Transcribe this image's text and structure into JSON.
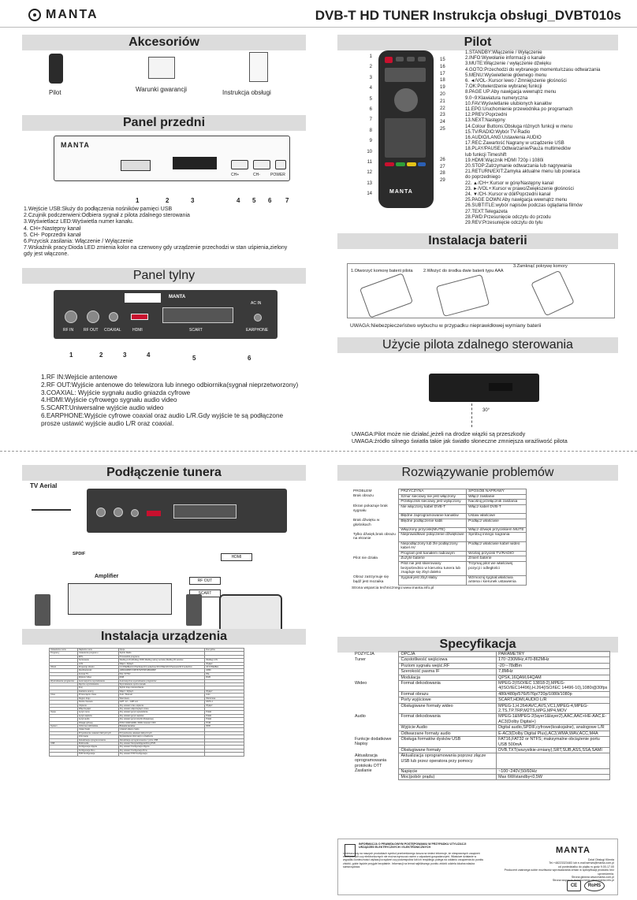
{
  "header": {
    "brand": "MANTA",
    "title": "DVB-T HD TUNER Instrukcja obsługi_DVBT010s"
  },
  "akcesoria": {
    "title": "Akcesoriów",
    "items": [
      "Pilot",
      "Warunki gwarancji",
      "Instrukcja obsługi"
    ]
  },
  "panel_przedni": {
    "title": "Panel przedni",
    "device_brand": "MANTA",
    "labels": [
      "CH+",
      "CH-",
      "POWER"
    ],
    "callouts": [
      "1",
      "2",
      "3",
      "4",
      "5",
      "6",
      "7"
    ],
    "lines": [
      "1.Wejście USB:Służy do podłączenia nośników pamięci USB",
      "2.Czujnik podczerwieni:Odbiera sygnał z pilota zdalnego sterowania",
      "3.Wyświetlacz LED:Wyświetla numer kanału.",
      "4. CH+:Następny kanał",
      "5. CH- Poprzedni kanał",
      "6.Przycisk zasilania: Włączenie / Wyłączenie",
      "7.Wskaźnik pracy:Dioda LED zmienia kolor na czerwony gdy urządzenie przechodzi w stan uśpienia,zielony",
      "gdy jest włączone."
    ]
  },
  "panel_tylny": {
    "title": "Panel tylny",
    "device_brand": "MANTA",
    "port_labels": [
      "RF IN",
      "RF OUT",
      "COAXIAL",
      "HDMI",
      "SCART",
      "AC IN",
      "EARPHONE"
    ],
    "callouts": [
      "1",
      "2",
      "3",
      "4",
      "5",
      "6"
    ],
    "lines": [
      "1.RF IN:Wejście antenowe",
      "2.RF OUT:Wyjście antenowe do telewizora lub innego odbiornika(sygnał nieprzetworzony)",
      "3.COAXIAL: Wyjście sygnału audio gniazda cyfrowe",
      "4.HDMI:Wyjście cyfrowego sygnału audio video",
      "5.SCART:Uniwersalne wyjście audio wideo",
      "6.EARPHONE:Wyjście cyfrowe coaxial oraz audio L/R.Gdy wyjście te są podłączone",
      "prosze ustawić wyjście audio L/R oraz coaxial."
    ]
  },
  "pilot": {
    "title": "Pilot",
    "brand": "MANTA",
    "left_numbers": [
      "1",
      "2",
      "3",
      "4",
      "5",
      "6",
      "7",
      "8",
      "9",
      "10",
      "11",
      "12",
      "13",
      "14"
    ],
    "right_numbers": [
      "15",
      "16",
      "17",
      "18",
      "19",
      "20",
      "21",
      "22",
      "23",
      "24",
      "25",
      "26",
      "27",
      "28",
      "29"
    ],
    "lines": [
      "1.STANDBY:Włączenie / Wyłączenie",
      "2.INFO:Wywołanie informacji o kanale",
      "3.MUTE:Włączenie / wyłączenie dźwięku",
      "4.GOTO:Przechodzi do wybranego momentu/czasu odtwarzania",
      "5.MENU:Wyświetlenie głównego menu",
      "6. ◄/VOL-:Kursor lewo / Zmniejszenie głośności",
      "7.OK:Potwierdzenie wybranej funkcji",
      "8.PAGE UP:Aby nawigacja wewnątrz menu",
      "9.0~9:Klawiatura numeryczna",
      "10.FAV:Wyświetlanie ulubionych kanałów",
      "11.EPG:Uruchomienie przewodnika po programach",
      "12.PREV:Poprzedni",
      "13.NEXT:Następny",
      "14.Colour Buttons:Obsługa różnych funkcji w menu",
      "15.TV/RADIO:Wybór TV-Radio",
      "16.AUDIO/LANG:Ustawienia AUDIO",
      "17.REC:Zawartość Nagrany w urządzenie USB",
      "18.PLAY/PAUSE:Odtwarzanie/Pauza multimediów",
      "lub funkcji Timeshift",
      "19.HDMI:Wącznik HDMI 720p i 1080i",
      "20.STOP:Zatrzymanie odtwarzania lub nagrywania",
      "21.RETURN/EXIT:Zamyka aktualne menu lub powraca",
      "do poprzedniego",
      "22. ▲/CH+:Kursor w górę/Następny kanał",
      "23. ►/VOL+:Kursor w prawo/Zwiększenie głośności",
      "24. ▼/CH-:Kursor w dół/Poprzedni kanał",
      "25.PAGE DOWN:Aby nawigacja wewnątrz menu",
      "26.SUBTITLE:wybór napisów podczas oglądania filmów",
      "27.TEXT:Telegazeta",
      "28.FWD:Przesunięcie odczytu do przodu",
      "29.REV:Przesunięcie odczytu do tyłu"
    ]
  },
  "baterie": {
    "title": "Instalacja baterii",
    "steps": [
      "1.Otworzyć komorę baterii pilota",
      "2.Włożyć do środka dwie baterii typu AAA",
      "3.Zamknąć pokrywę komory"
    ],
    "warning": "UWAGA:Niebezpieczeństwo wybuchu w przypadku nieprawidłowej wymiany baterii"
  },
  "uzycie": {
    "title": "Użycie pilota zdalnego sterowania",
    "angle": "30°",
    "notes": [
      "UWAGA:Pilot może nie działać,jeżeli na drodze wiązki są przeszkody",
      "UWAGA:źródło silnego światła takie jak światło słoneczne zmniejsza wrażliwość pilota"
    ]
  },
  "podlaczenie": {
    "title": "Podłączenie tunera",
    "aerial": "TV Aerial",
    "amplifier": "Amplifier",
    "spdif": "SPDIF",
    "hdmi": "HDMI",
    "rf_out": "RF OUT",
    "scart": "SCART"
  },
  "instalacja": {
    "title": "Instalacja urządzenia",
    "header": [
      "Ustawienia menu",
      "Napisów menu",
      "Opcje",
      "Domyślna"
    ],
    "rows": [
      [
        "Programy",
        "Ustawienia programu",
        "Wybór Radio",
        ""
      ],
      [
        "",
        "EPG",
        "Przewodnik programu",
        ""
      ],
      [
        "",
        "Sortowanie",
        "Według LCN,Według ONID,Według nazwy serwisu,Według ID serwisu",
        "Według LCN"
      ],
      [
        "",
        "LCN",
        "Włącz / Wyłącz",
        "Wyłącz"
      ],
      [
        "Obraz",
        "Proporcje obrazu",
        "4:3 PillarBox/4:3 PanScan/4:3 Letterbox/16:9 Pillar/16:9 Panscan/16:9 Letterbox",
        "16:9 PillarBox"
      ],
      [
        "",
        "Rozdzielczość",
        "1080i/1080P/720P/576i/576P/480i/480P",
        "1080i"
      ],
      [
        "",
        "Format TV",
        "PAL / NTSC",
        "PAL"
      ],
      [
        "",
        "Wyjście Video",
        "RGB",
        "RGB"
      ],
      [
        "Wyszukiwanie programów",
        "Automatyczne wyszukiwanie",
        "Automatyczne wyszukiwanie programów",
        ""
      ],
      [
        "",
        "Ręczne wyszukiwanie",
        "Wyszukiwanie ręczne kanału",
        ""
      ],
      [
        "",
        "Kraj",
        "Wybór kraju zamieszkania",
        ""
      ],
      [
        "",
        "Zasilanie anteny",
        "Włącz / Wyłącz",
        "Wyłącz"
      ],
      [
        "Czas",
        "Przesunięcie czasu",
        "Auto / Manual",
        "Auto"
      ],
      [
        "",
        "Region kraju",
        "Warszawa",
        "Warszawa"
      ],
      [
        "",
        "Strefa czasowa",
        "GMT -12 ~ GMT+12",
        "GMT+1"
      ],
      [
        "",
        "Uśpienie",
        "Aby ustawić czas uśpienia",
        "Wyłącz"
      ],
      [
        "",
        "Włącz/wyłącz",
        "Aby ustawić włącz/wyłącz czasu",
        ""
      ],
      [
        "Opcje",
        "Język menu",
        "Aby ustawić język wyświetlania",
        "Polski"
      ],
      [
        "",
        "Język napisów",
        "Aby ustawić język napisów",
        "Polski"
      ],
      [
        "",
        "Język audio",
        "Aby ustawić język ścieżki dźwiękowej",
        "Polski"
      ],
      [
        "",
        "Dźwięk cyfrowy",
        "PCM / RAW HDMI / RAW Coaxial / OFF",
        "PCM"
      ],
      [
        "System",
        "Ochrona rodzicielska",
        "Blokada kanałów",
        "0000"
      ],
      [
        "",
        "Ustaw hasło",
        "Ustawić własne hasło",
        ""
      ],
      [
        "",
        "Przywrócenie ustawień fabrycznych",
        "Przywrócenie ustawień fabrycznych",
        ""
      ],
      [
        "",
        "Informacje",
        "Wyświetlanie informacji o urządzeniu",
        ""
      ],
      [
        "",
        "Aktualizacja oprogramowania",
        "Aktualizacja oprogramowania z portu USB",
        ""
      ],
      [
        "USB",
        "Multimedia",
        "Aby ustawić Muzyka/Zdjęcia/Filmy/PVR",
        ""
      ],
      [
        "",
        "Konfiguracja zdjęcia",
        "Aby ustawić Konfiguracja zdjęcia",
        ""
      ],
      [
        "",
        "Konfiguracja filmu",
        "Aby ustawić Konfiguracja filmu",
        ""
      ],
      [
        "",
        "PVR Konfiguracja",
        "Aby ustawić PVR Konfiguracja",
        ""
      ]
    ]
  },
  "problemy": {
    "title": "Rozwiązywanie problemów",
    "header": [
      "PROBLEM",
      "PRZYCZYNA",
      "SPOSÓB NAPRAWY"
    ],
    "rows": [
      [
        "Brak obrazu",
        "Sznur sieciowy nie jest włączony",
        "Włącz zasilanie"
      ],
      [
        "",
        "Przełącznik sieciowy jest wyłączony",
        "Naciśnij przełącznik zasilania"
      ],
      [
        "Ekran pokazuje brak sygnału",
        "Nie włączony kabel DVB-T",
        "Włącz kabel DVB-T"
      ],
      [
        "",
        "Błędne zaprogramowanie kanałów",
        "Ustaw właściwe"
      ],
      [
        "Brak dźwięku w głośnikach",
        "Błędne podłączenie kabli",
        "Podłącz właściwie"
      ],
      [
        "",
        "Włączony przycisk(MUTE)",
        "Włącz dźwięk przyciskiem MUTE"
      ],
      [
        "Tylko dźwięk,brak obrazu na ekranie",
        "Nieprawidłowe połączenie dźwiękowe",
        "Spróbuj innego nagrania"
      ],
      [
        "",
        "Niepodłączony lub źle podłączony kabel AV",
        "Podłącz właściwie kabel wideo"
      ],
      [
        "",
        "Program jest kanałem radiowym",
        "Wciśnij przycisk TV/RADIO"
      ],
      [
        "Pilot nie działa",
        "Zużyte baterie",
        "Zmień baterie"
      ],
      [
        "",
        "Pilot nie jest skierowany bezpośrednio w kierunku tunera lub znajduje się zbyt daleko",
        "Trzymaj pilot we właściwej pozycji i odległości"
      ],
      [
        "Obraz zatrzymuje się bądź jest mozaika",
        "Sygnał jest zbyt słaby",
        "Wzmocnij sygnał,właściwa antena i kierunek ustawienia"
      ]
    ],
    "footer": "Strona wsparcia technicznego:www.manta.info.pl"
  },
  "specyfikacja": {
    "title": "Specyfikacja",
    "header": [
      "POZYCJA",
      "OPCJA",
      "PARAMETRY"
    ],
    "rows": [
      [
        "Tuner",
        "Częstotliwość wejściowa",
        "170~230MHz,470-862MHz"
      ],
      [
        "",
        "Poziom sygnału wejść.RF",
        "-20~-78dBm"
      ],
      [
        "",
        "Szerokość pasma IF",
        "7,8MHz"
      ],
      [
        "",
        "Modulacja",
        "QPSK,16QAM,64QAM"
      ],
      [
        "Wideo",
        "Format dekodowania",
        "MPEG-2(ISO/IEC 13818-2),MPEG-4(ISO/IEC14496),H.264(ISO/IEC 14496-10),1080i@30fps"
      ],
      [
        "",
        "Format obrazu",
        "480i/480p/576i/576p/720p/1080i/1080p"
      ],
      [
        "",
        "Porty wyjściowe",
        "SCART,HDMI,AUDIO L/R"
      ],
      [
        "",
        "Obsługiwane formaty wideo",
        "MPEG-1,H.264/AVC,AVS,VC1,MPEG-4,MPEG-2,TS,TP,TRP,M2TS,MPG,MP4,MOV"
      ],
      [
        "Audio",
        "Format dekodowania",
        "MPEG-1&MPEG-2(layer1&layer2),AAC,AAC+HE-AAC,E-AC3(Dolby Digital+)"
      ],
      [
        "",
        "Wyjście Audio",
        "Digital audio,SPDIF,cyfrowe(koaksjalne), analogowe L/R"
      ],
      [
        "",
        "Odtwarzane formaty audio",
        "E-AC3(Dolby Digital Plus),AC3,WMA,WAV,ACC,M4A"
      ],
      [
        "Funkcje dodatkowe Napisy",
        "Obsługa formatów dysków USB",
        "FAT16,FAT32 or NTFS; maksymalne obciążenie portu USB 500mA"
      ],
      [
        "",
        "Obsługiwane formaty",
        "DVB,TXT(wszystkie-zmiany),SRT,SUB,ASS,SSA,SAMI"
      ],
      [
        "Aktualizacja oprogramowania protokołu OTT",
        "Aktualizacja oprogramowania poprzez złącze USB lub przez operatora przy pomocy",
        ""
      ],
      [
        "Zasilanie",
        "Napięcie",
        "~100~240V,50/60Hz"
      ],
      [
        "",
        "Moc(pobór prądu)",
        "Max 6W/standby<0,5W"
      ]
    ]
  },
  "footer": {
    "weee_title": "INFORMACJA O PRAWIDŁOWYM POSTĘPOWANIU W PRZYPADKU UTYLIZACJI URZĄDZEŃ ELEKTRYCZNYCH I ELEKTRONICZNYCH",
    "weee_text": "Umieszczony na naszych produktach symbol przekreślonego kosza na śmieci informuje, że niesprawnych urządzeń elektrycznych czy elektronicznych nie można wyrzucać razem z odpadami gospodarczymi. Właściwe działanie w wypadku konieczności utylizacji urządzeń czy podzespołów lub ich recyklingu polega na oddaniu urządzenia do punktu zbiórki, gdzie będzie przyjęte bezpłatnie. Informacji na temat najbliższego punktu zbiórki udziela lokalna władza samorządowa.",
    "brand": "MANTA",
    "company": [
      "Dział Obsługi Klienta",
      "Tel.+48223323483 lub e-mail:serwis@manta.com.pl",
      "od poniedziałku do piątku w godz 9.00-17.00",
      "Producent zastrzega sobie możliwość wprowadzania zmian w specyfikacji produktu bez uprzedzenia.",
      "Strona główna www.manta.com.pl",
      "Strona wsparcia technicznego www.manta.info.pl"
    ],
    "marks": [
      "CE",
      "RoHS"
    ]
  }
}
